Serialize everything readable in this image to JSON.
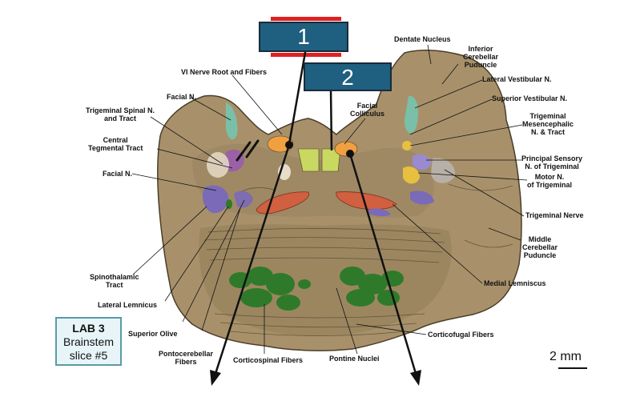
{
  "markers": {
    "m1": "1",
    "m2": "2"
  },
  "labels": {
    "dentate": "Dentate Nucleus",
    "icp": "Inferior\nCerebellar\nPuduncle",
    "latvest": "Lateral Vestibular N.",
    "supvest": "Superior Vestibular N.",
    "trimes": "Trigeminal\nMesencephalic\nN. & Tract",
    "prinsens": "Principal Sensory\nN. of Trigeminal",
    "motor": "Motor N.\nof Trigeminal",
    "trinerve": "Trigeminal Nerve",
    "mcp": "Middle\nCerebellar\nPuduncle",
    "medlem": "Medial Lemniscus",
    "corticofugal": "Corticofugal Fibers",
    "pontnuc": "Pontine Nuclei",
    "corticospinal": "Corticospinal Fibers",
    "pontocereb": "Pontocerebellar\nFibers",
    "supolive": "Superior Olive",
    "latlem": "Lateral Lemnicus",
    "spinothal": "Spinothalamic\nTract",
    "facialn2": "Facial N.",
    "ctt": "Central\nTegmental Tract",
    "trispinal": "Trigeminal Spinal N.\nand Tract",
    "facialn1": "Facial N.",
    "vinerve": "VI Nerve Root and Fibers",
    "faccoll": "Facial\nColliculus"
  },
  "labbox": {
    "line1": "LAB 3",
    "line2": "Brainstem",
    "line3": "slice #5"
  },
  "scale": "2 mm",
  "colors": {
    "tissue": "#a8916a",
    "tissue_dark": "#6b5a3e",
    "marker_fill": "#1f5f7f",
    "red_bar": "#e02020",
    "green": "#2f7a2a",
    "medial_lemniscus": "#d06040",
    "purple": "#7a6ab8",
    "yellow_green": "#c8d860",
    "orange": "#f0a040",
    "teal": "#7ac0a8"
  }
}
